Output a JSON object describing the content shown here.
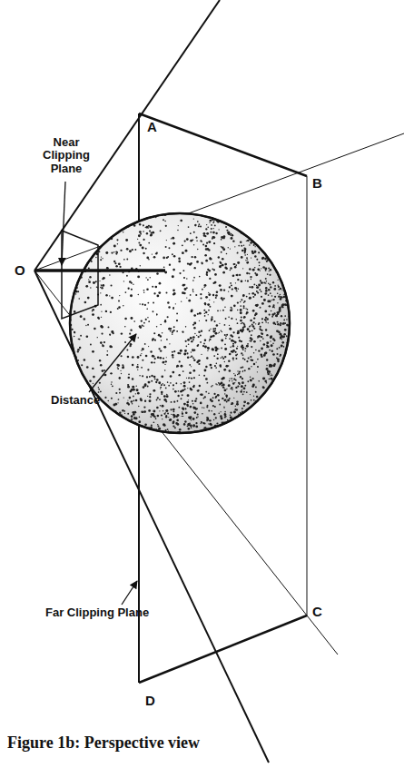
{
  "diagram": {
    "caption": "Figure 1b: Perspective view",
    "labels": [
      "A",
      "B",
      "O",
      "Near Clipping Plane",
      "Distance",
      "C",
      "D",
      "Far Clipping Plane"
    ]
  }
}
